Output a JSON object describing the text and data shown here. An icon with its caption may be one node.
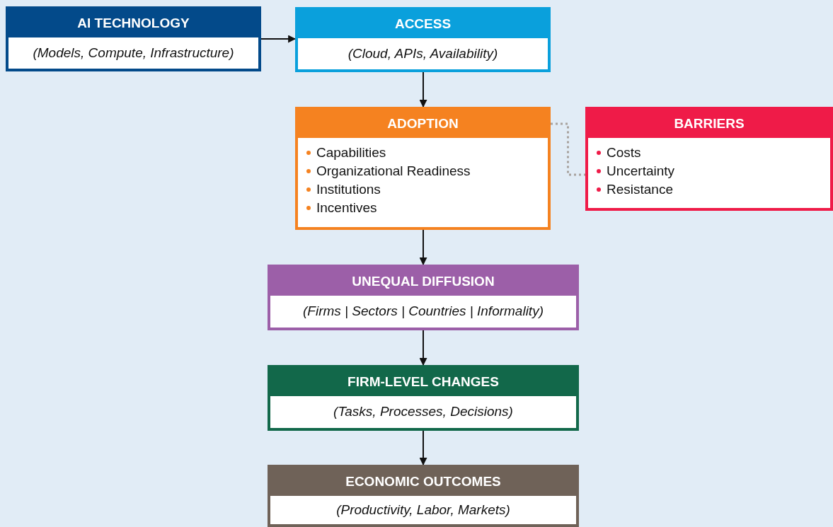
{
  "diagram": {
    "nodes": [
      {
        "text": [
          "AI TECHNOLOGY",
          "(Models, Compute, Infrastructure)"
        ]
      },
      {
        "text": [
          "ACCESS",
          "(Cloud, APIs, Availability)"
        ]
      },
      {
        "text": [
          "ADOPTION",
          "Capabilities",
          "Organizational Readiness",
          "Institutions",
          "Incentives"
        ]
      },
      {
        "text": [
          "BARRIERS",
          "Costs",
          "Uncertainty",
          "Resistance"
        ]
      },
      {
        "text": [
          "UNEQUAL DIFFUSION",
          "(Firms | Sectors | Countries | Informality)"
        ]
      },
      {
        "text": [
          "FIRM-LEVEL CHANGES",
          "(Tasks, Processes, Decisions)"
        ]
      },
      {
        "text": [
          "ECONOMIC OUTCOMES",
          "(Productivity, Labor, Markets)"
        ]
      }
    ],
    "edges": [
      {
        "from": 0,
        "to": 1,
        "arrow": "to"
      },
      {
        "from": 1,
        "to": 2,
        "arrow": "to"
      },
      {
        "from": 2,
        "to": 3,
        "arrow": "none",
        "style": "dashed",
        "color": "#a8a29e"
      },
      {
        "from": 2,
        "to": 4,
        "arrow": "to"
      },
      {
        "from": 4,
        "to": 5,
        "arrow": "to"
      },
      {
        "from": 5,
        "to": 6,
        "arrow": "to"
      }
    ]
  }
}
